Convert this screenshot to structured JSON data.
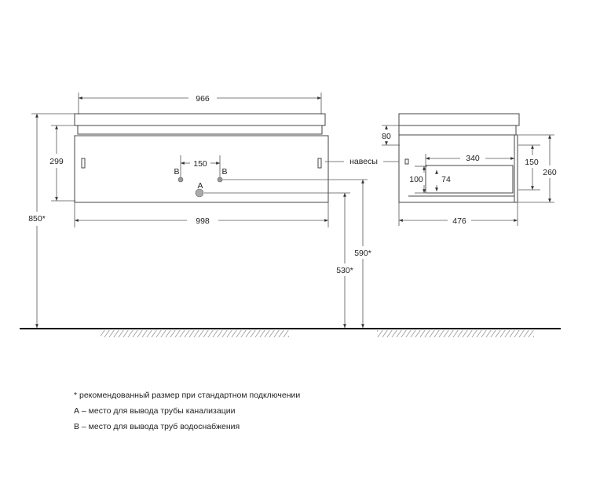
{
  "front_view": {
    "top_width": "966",
    "body_width": "998",
    "height": "299",
    "pipe_spacing": "150",
    "label_b_left": "B",
    "label_b_right": "B",
    "label_a": "A",
    "total_height": "850*",
    "pipe_a_height": "530*",
    "pipe_b_height": "590*",
    "hinges_label": "навесы"
  },
  "side_view": {
    "top_height": "80",
    "inner_width": "340",
    "shelf_height": "150",
    "depth_height": "260",
    "inner_height": "100",
    "inner_small": "74",
    "depth": "476"
  },
  "notes": [
    "* рекомендованный размер при стандартном подключении",
    "А – место для вывода трубы канализации",
    "В – место для вывода труб водоснабжения"
  ]
}
